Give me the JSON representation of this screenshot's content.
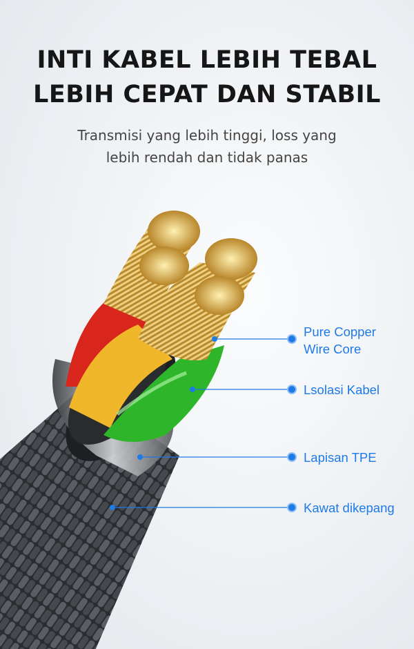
{
  "header": {
    "title_line1": "INTI KABEL LEBIH TEBAL",
    "title_line2": "LEBIH CEPAT DAN STABIL",
    "subtitle_line1": "Transmisi yang lebih tinggi, loss yang",
    "subtitle_line2": "lebih rendah dan tidak panas"
  },
  "callouts": [
    {
      "line1": "Pure Copper",
      "line2": "Wire Core"
    },
    {
      "line1": "Lsolasi Kabel"
    },
    {
      "line1": "Lapisan TPE"
    },
    {
      "line1": "Kawat dikepang"
    }
  ],
  "colors": {
    "accent": "#1e7ae6",
    "red": "#d8261c",
    "yellow": "#f0b72a",
    "green": "#2fb52a",
    "copper": "#c9a24a"
  }
}
